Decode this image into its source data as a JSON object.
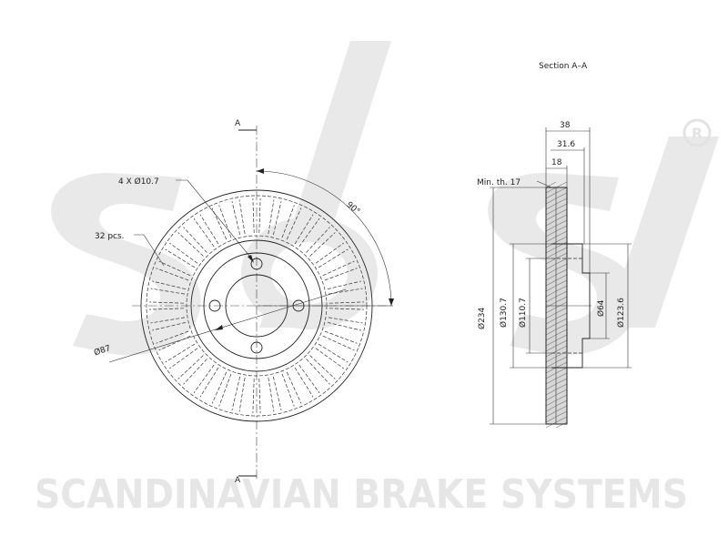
{
  "watermark": {
    "brand_text": "SCANDINAVIAN BRAKE SYSTEMS",
    "logo": "sbs-logo",
    "registered_mark": "R"
  },
  "front_view": {
    "section_label_top": "A",
    "section_label_bottom": "A",
    "bolt_holes_label": "4 X Ø10.7",
    "vanes_label": "32 pcs.",
    "angle_label": "90°",
    "pcd_label": "Ø87",
    "bolt_hole_count": 4,
    "vane_count": 32
  },
  "section_view": {
    "title": "Section A–A",
    "dims": {
      "total_height": "38",
      "hat_height": "31.6",
      "disc_thickness": "18",
      "min_thickness": "Min. th. 17",
      "outer_diameter": "Ø234",
      "d_130": "Ø130.7",
      "d_110": "Ø110.7",
      "center_bore": "Ø64",
      "hat_diameter": "Ø123.6"
    }
  },
  "colors": {
    "line": "#222222",
    "watermark": "#e6e6e6"
  }
}
